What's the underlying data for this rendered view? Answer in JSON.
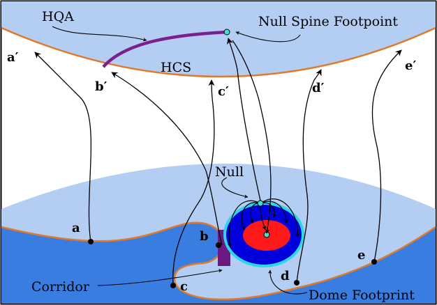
{
  "labels": {
    "hqa": "HQA",
    "hcs": "HCS",
    "null_spine_footpoint": "Null Spine Footpoint",
    "null": "Null",
    "corridor": "Corridor",
    "dome_footprint": "Dome Footprint"
  },
  "points_bottom": {
    "a": "a",
    "b": "b",
    "c": "c",
    "d": "d",
    "e": "e"
  },
  "points_top": {
    "a": "a′",
    "b": "b′",
    "c": "c′",
    "d": "d′",
    "e": "e′"
  },
  "colors": {
    "upper_sphere": "#b3cdf3",
    "lower_sphere_light": "#b3cdf3",
    "lower_sphere_dark": "#3a7de0",
    "hcs_line": "#e07a2a",
    "hqa_line": "#7a1f8c",
    "dome_outer": "#0000dd",
    "dome_rim": "#2fd6ea",
    "dome_core": "#ff1a1a",
    "corridor_fill": "#6a1a80",
    "footpoint": "#3fe0d6"
  }
}
